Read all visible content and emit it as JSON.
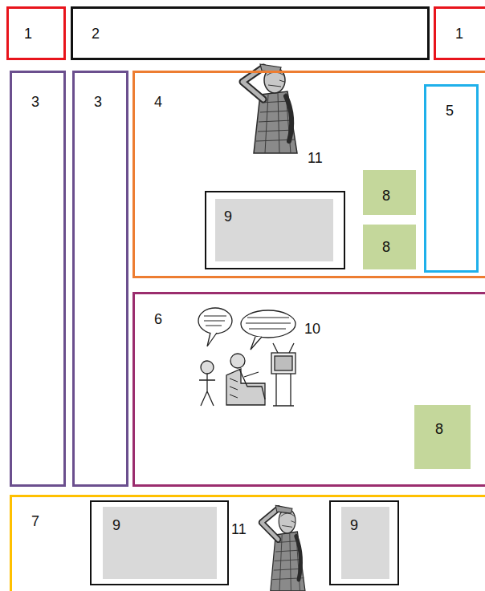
{
  "diagram": {
    "nodes": [
      {
        "text": [
          "1"
        ]
      },
      {
        "text": [
          "2"
        ]
      },
      {
        "text": [
          "1"
        ]
      },
      {
        "text": [
          "3"
        ]
      },
      {
        "text": [
          "3"
        ]
      },
      {
        "text": [
          "4"
        ]
      },
      {
        "text": [
          "5"
        ],
        "in": 5
      },
      {
        "text": [
          "8"
        ],
        "in": 5
      },
      {
        "text": [
          "9"
        ],
        "in": 5
      },
      {
        "text": [
          "8"
        ],
        "in": 5
      },
      {
        "text": [
          "6"
        ]
      },
      {
        "text": [
          "8"
        ],
        "in": 10
      },
      {
        "text": [
          "7"
        ]
      },
      {
        "text": [
          "9"
        ],
        "in": 12
      },
      {
        "text": [
          "9"
        ],
        "in": 12
      }
    ],
    "labels": [
      "11",
      "10",
      "11"
    ]
  }
}
